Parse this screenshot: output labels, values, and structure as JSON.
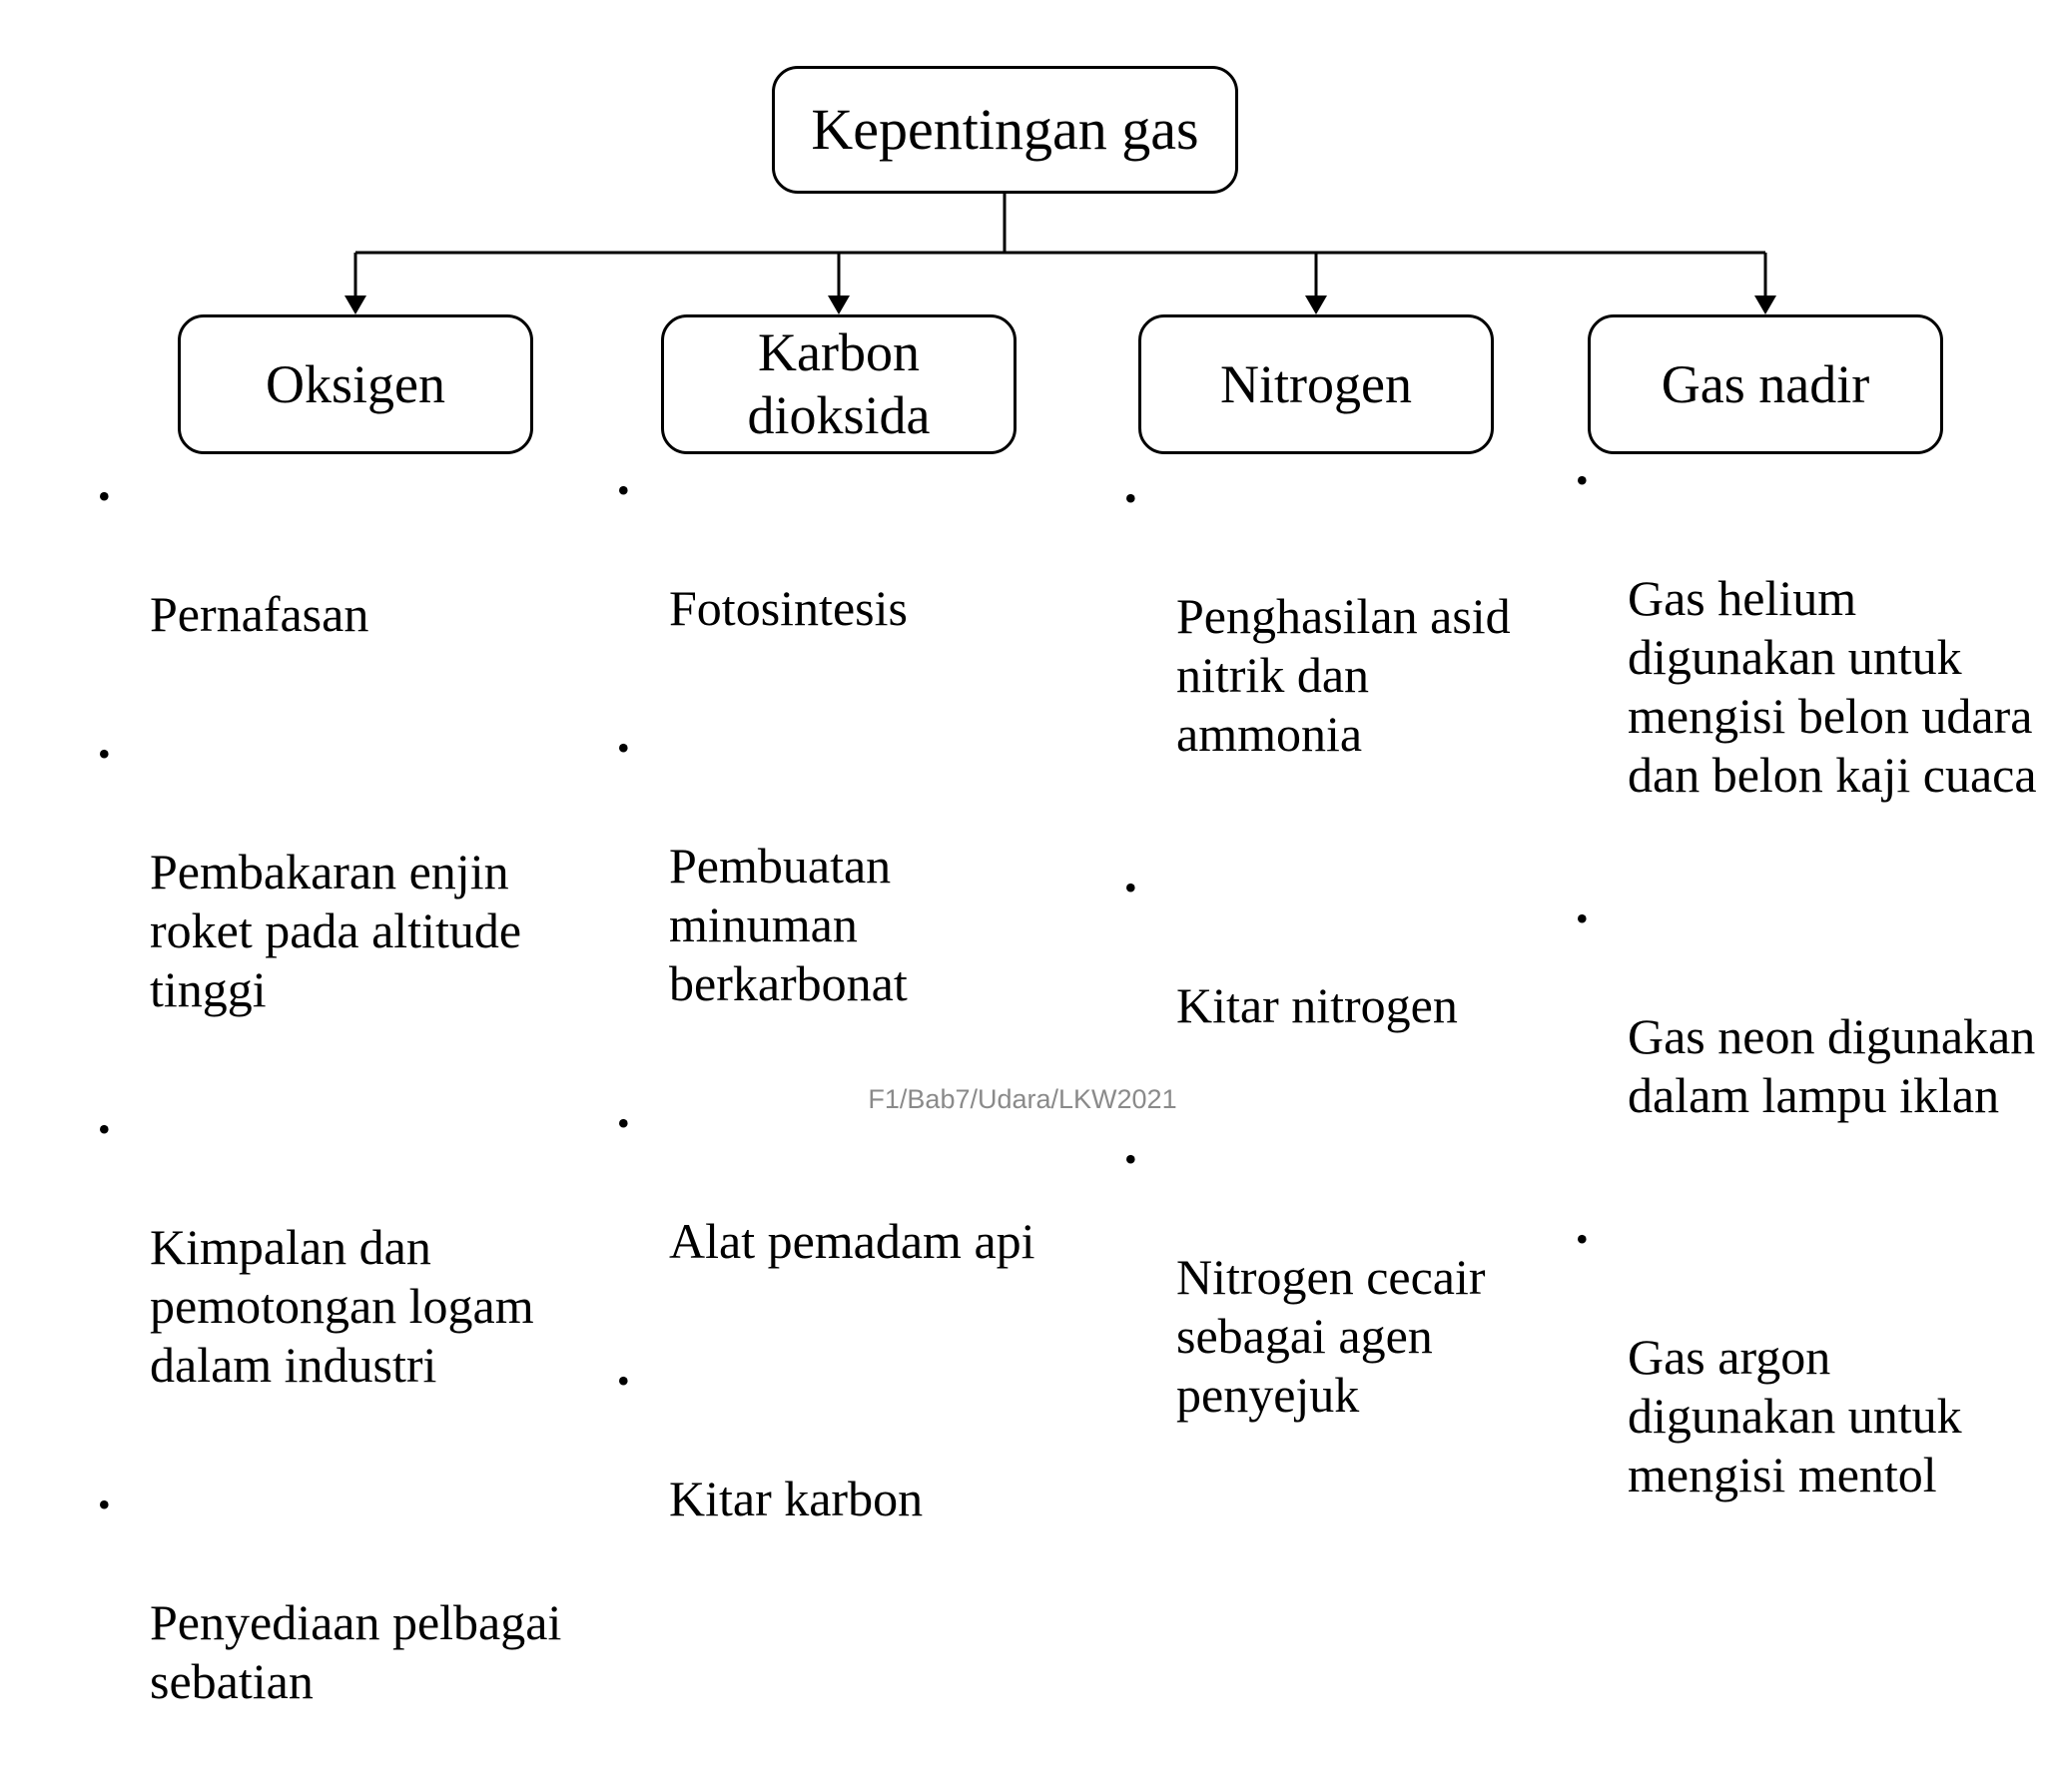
{
  "slide": {
    "background": "#ffffff",
    "bullet_glyph": "•",
    "colors": {
      "text": "#000000",
      "box_border": "#000000",
      "connector": "#000000",
      "footer_text": "#8a8a8a"
    },
    "root": {
      "label": "Kepentingan gas"
    },
    "branches": [
      {
        "label": "Oksigen",
        "items": [
          {
            "text": "Pernafasan"
          },
          {
            "text": "Pembakaran enjin\nroket pada altitude\ntinggi"
          },
          {
            "text": "Kimpalan dan\npemotongan logam\ndalam industri"
          },
          {
            "text": "Penyediaan pelbagai\nsebatian"
          }
        ]
      },
      {
        "label": "Karbon\ndioksida",
        "items": [
          {
            "text": "Fotosintesis"
          },
          {
            "text": "Pembuatan\nminuman\nberkarbonat"
          },
          {
            "text": "Alat pemadam api"
          },
          {
            "text": "Kitar karbon"
          }
        ]
      },
      {
        "label": "Nitrogen",
        "items": [
          {
            "text": "Penghasilan asid\nnitrik dan\nammonia"
          },
          {
            "text": "Kitar nitrogen"
          },
          {
            "text": "Nitrogen cecair\nsebagai agen\npenyejuk"
          }
        ]
      },
      {
        "label": "Gas nadir",
        "items": [
          {
            "text": "Gas helium\ndigunakan untuk\nmengisi belon udara\ndan belon kaji cuaca"
          },
          {
            "text": "Gas neon digunakan\ndalam lampu iklan"
          },
          {
            "text": "Gas argon\ndigunakan untuk\nmengisi mentol"
          }
        ]
      }
    ],
    "footer": "F1/Bab7/Udara/LKW2021"
  }
}
